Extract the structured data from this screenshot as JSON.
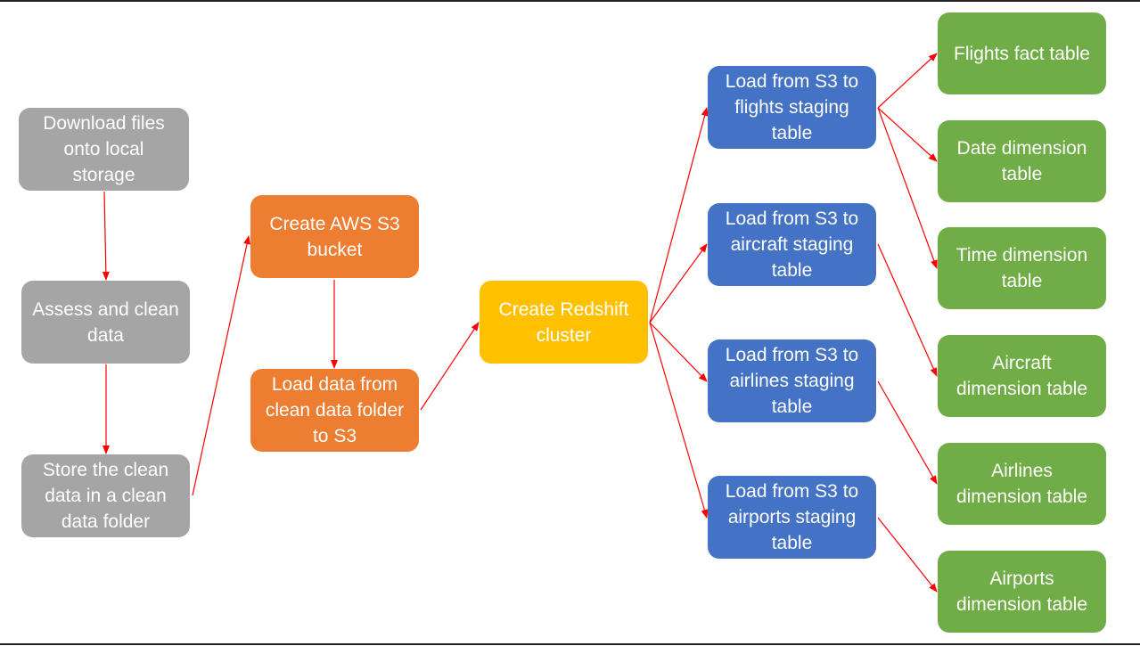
{
  "colors": {
    "gray": "#a5a5a5",
    "orange": "#ed7d31",
    "yellow": "#ffc000",
    "blue": "#4472c4",
    "green": "#70ad47",
    "arrow": "#ff0000"
  },
  "nodes": {
    "download": "Download files\nonto local\nstorage",
    "assess": "Assess and clean\ndata",
    "store": "Store the clean\ndata in a clean\ndata folder",
    "create_s3": "Create AWS S3\nbucket",
    "load_s3": "Load data from\nclean data folder\nto S3",
    "redshift": "Create Redshift\ncluster",
    "stg_flights": "Load from S3 to\nflights staging\ntable",
    "stg_aircraft": "Load from S3 to\naircraft staging\ntable",
    "stg_airlines": "Load from S3 to\nairlines staging\ntable",
    "stg_airports": "Load from S3 to\nairports staging\ntable",
    "fact_flights": "Flights fact table",
    "dim_date": "Date dimension\ntable",
    "dim_time": "Time dimension\ntable",
    "dim_aircraft": "Aircraft\ndimension table",
    "dim_airlines": "Airlines\ndimension table",
    "dim_airports": "Airports\ndimension table"
  },
  "edges": [
    [
      "download",
      "assess"
    ],
    [
      "assess",
      "store"
    ],
    [
      "store",
      "create_s3"
    ],
    [
      "create_s3",
      "load_s3"
    ],
    [
      "load_s3",
      "redshift"
    ],
    [
      "redshift",
      "stg_flights"
    ],
    [
      "redshift",
      "stg_aircraft"
    ],
    [
      "redshift",
      "stg_airlines"
    ],
    [
      "redshift",
      "stg_airports"
    ],
    [
      "stg_flights",
      "fact_flights"
    ],
    [
      "stg_flights",
      "dim_date"
    ],
    [
      "stg_flights",
      "dim_time"
    ],
    [
      "stg_aircraft",
      "dim_aircraft"
    ],
    [
      "stg_airlines",
      "dim_airlines"
    ],
    [
      "stg_airports",
      "dim_airports"
    ]
  ]
}
